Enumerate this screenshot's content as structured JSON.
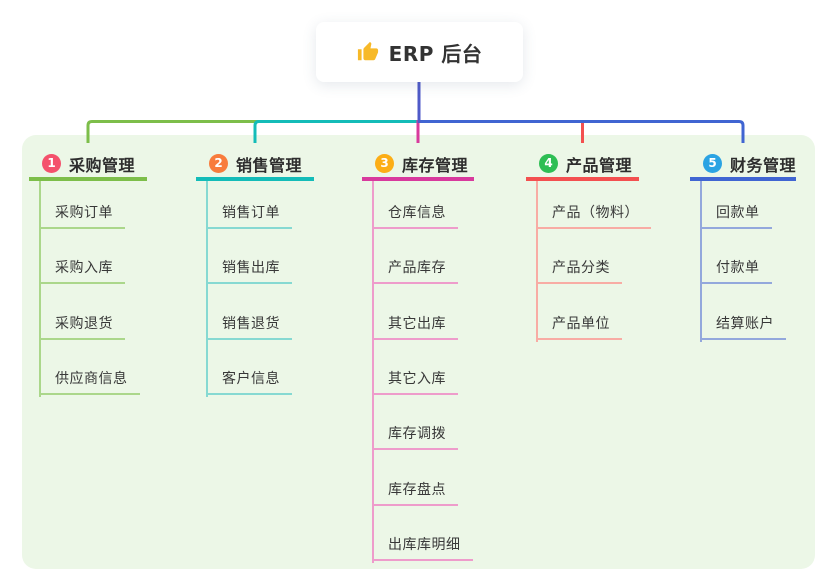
{
  "root": {
    "title": "ERP 后台",
    "icon": "thumbs-up-icon"
  },
  "branches": [
    {
      "number": "1",
      "title": "采购管理",
      "badge_color": "#F4516C",
      "line_color": "#7DBE4A",
      "child_line_color": "#ABD78B",
      "children": [
        "采购订单",
        "采购入库",
        "采购退货",
        "供应商信息"
      ]
    },
    {
      "number": "2",
      "title": "销售管理",
      "badge_color": "#F87C3C",
      "line_color": "#14BCB8",
      "child_line_color": "#86D9D2",
      "children": [
        "销售订单",
        "销售出库",
        "销售退货",
        "客户信息"
      ]
    },
    {
      "number": "3",
      "title": "库存管理",
      "badge_color": "#FCAE16",
      "line_color": "#D83A9D",
      "child_line_color": "#EE9CCB",
      "children": [
        "仓库信息",
        "产品库存",
        "其它出库",
        "其它入库",
        "库存调拨",
        "库存盘点",
        "出库库明细"
      ]
    },
    {
      "number": "4",
      "title": "产品管理",
      "badge_color": "#2EBE54",
      "line_color": "#F35050",
      "child_line_color": "#F8ACA4",
      "children": [
        "产品（物料）",
        "产品分类",
        "产品单位"
      ]
    },
    {
      "number": "5",
      "title": "财务管理",
      "badge_color": "#2BA3E3",
      "line_color": "#4065D2",
      "child_line_color": "#93A8DC",
      "children": [
        "回款单",
        "付款单",
        "结算账户"
      ]
    }
  ],
  "colors": {
    "canvas_bg": "#FFFFFF",
    "panel_bg": "#ECF7E7",
    "root_stem": "#4F5AC8",
    "icon_color": "#F7B928",
    "title_text": "#2D2D2D",
    "child_text": "#383838"
  }
}
